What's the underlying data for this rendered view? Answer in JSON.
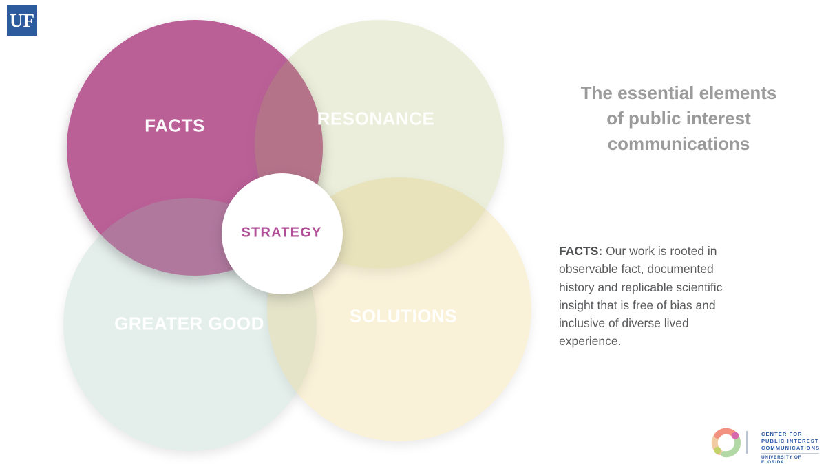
{
  "slide": {
    "background": "#FFFFFF"
  },
  "uf_logo": {
    "text": "UF",
    "bg_color": "#2E5B9D"
  },
  "venn": {
    "circles": [
      {
        "id": "facts",
        "label": "FACTS",
        "fill": "#BB5F97",
        "label_color": "#FFFFFF"
      },
      {
        "id": "resonance",
        "label": "RESONANCE",
        "fill": "#EAEEDA",
        "label_color": "#FFFFFF"
      },
      {
        "id": "greater_good",
        "label": "GREATER GOOD",
        "fill": "#E5EFEA",
        "label_color": "#FFFFFF"
      },
      {
        "id": "solutions",
        "label": "SOLUTIONS",
        "fill": "#FAF1D9",
        "label_color": "#FFFFFF"
      },
      {
        "id": "strategy",
        "label": "STRATEGY",
        "fill": "#FFFFFF",
        "label_color": "#B04E96"
      }
    ]
  },
  "headline": {
    "lines": [
      "The essential elements",
      "of public interest",
      "communications"
    ],
    "color": "#9B9B9B"
  },
  "description": {
    "lead": "FACTS:",
    "lines": [
      " Our work is rooted in",
      "observable fact, documented",
      "history and replicable scientific",
      "insight that is free of bias and",
      "inclusive of diverse lived",
      "experience."
    ],
    "color": "#58595B"
  },
  "footer_logo": {
    "lines": [
      "CENTER FOR",
      "PUBLIC INTEREST",
      "COMMUNICATIONS"
    ],
    "sub": "UNIVERSITY OF FLORIDA",
    "text_color": "#2A5AA6",
    "ring_colors": {
      "coral": "#F2917F",
      "peach": "#F3CBA3",
      "green": "#B2D9A5",
      "pink_dot": "#D868AC",
      "yellow_dot": "#C3D36A"
    }
  }
}
